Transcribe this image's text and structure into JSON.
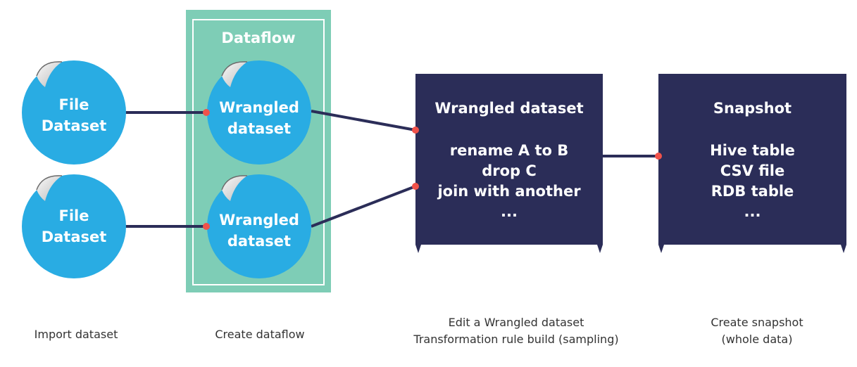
{
  "import": {
    "circles": [
      {
        "line1": "File",
        "line2": "Dataset"
      },
      {
        "line1": "File",
        "line2": "Dataset"
      }
    ],
    "caption": "Import dataset"
  },
  "dataflow": {
    "title": "Dataflow",
    "circles": [
      {
        "line1": "Wrangled",
        "line2": "dataset"
      },
      {
        "line1": "Wrangled",
        "line2": "dataset"
      }
    ],
    "caption": "Create dataflow"
  },
  "wrangled_box": {
    "title": "Wrangled dataset",
    "lines": [
      "rename A to B",
      "drop C",
      "join with another",
      "..."
    ],
    "caption_line1": "Edit a Wrangled dataset",
    "caption_line2": "Transformation rule build (sampling)"
  },
  "snapshot_box": {
    "title": "Snapshot",
    "lines": [
      "Hive table",
      "CSV file",
      "RDB table",
      "..."
    ],
    "caption_line1": "Create snapshot",
    "caption_line2": "(whole data)"
  },
  "colors": {
    "circle": "#29ace3",
    "dataflow_panel": "#7ecdb6",
    "box": "#2b2d58",
    "connector": "#2b2d58",
    "dot": "#f0524a"
  }
}
